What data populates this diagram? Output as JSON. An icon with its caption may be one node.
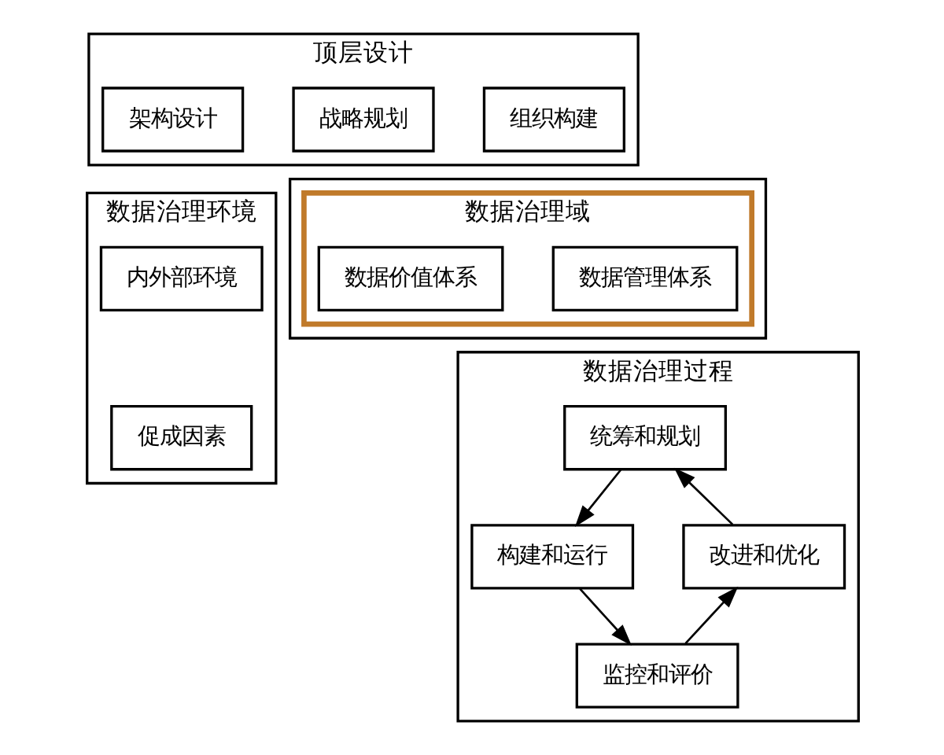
{
  "diagram": {
    "nodes": [
      {
        "text": [
          "顶层设计"
        ]
      },
      {
        "text": [
          "战略规划"
        ],
        "in": 0
      },
      {
        "text": [
          "组织构建"
        ],
        "in": 0
      },
      {
        "text": [
          "架构设计"
        ],
        "in": 0
      },
      {
        "text": [
          "数据治理环境"
        ]
      },
      {
        "text": [
          "内外部环境"
        ],
        "in": 4
      },
      {
        "text": [
          "促成因素"
        ],
        "in": 4
      },
      {
        "text": [],
        "shape": "box"
      },
      {
        "text": [
          "数据治理域"
        ],
        "in": 7
      },
      {
        "text": [
          "数据管理体系"
        ],
        "in": 8
      },
      {
        "text": [
          "数据价值体系"
        ],
        "in": 8
      },
      {
        "text": [
          "数据治理过程"
        ]
      },
      {
        "text": [
          "统筹和规划"
        ],
        "in": 11
      },
      {
        "text": [
          "构建和运行"
        ],
        "in": 11
      },
      {
        "text": [
          "监控和评价"
        ],
        "in": 11
      },
      {
        "text": [
          "改进和优化"
        ],
        "in": 11
      }
    ],
    "edges": [
      {
        "from": 12,
        "to": 13,
        "arrow": "to"
      },
      {
        "from": 13,
        "to": 14,
        "arrow": "to"
      },
      {
        "from": 14,
        "to": 15,
        "arrow": "to"
      },
      {
        "from": 15,
        "to": 12,
        "arrow": "to"
      }
    ]
  }
}
